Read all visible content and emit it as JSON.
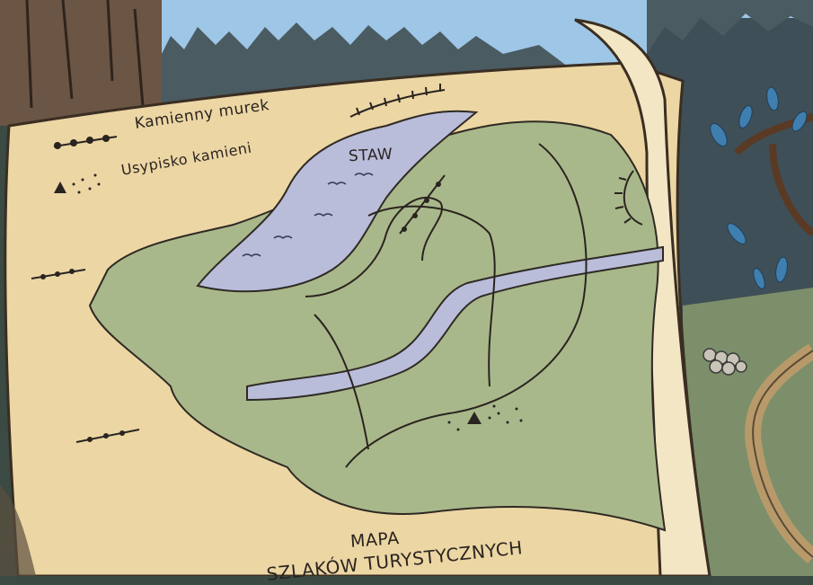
{
  "map": {
    "legend": {
      "wall_label": "Kamienny murek",
      "rocks_label": "Usypisko kamieni"
    },
    "pond_label": "STAW",
    "title_line1": "MAPA",
    "title_line2": "SZLAKÓW TURYSTYCZNYCH"
  },
  "colors": {
    "parchment": "#ecd6a4",
    "land": "#a9b88a",
    "water": "#b9bdda",
    "sky": "#9ec6e6",
    "ink": "#2a2420",
    "forest": "#4a5b62"
  }
}
